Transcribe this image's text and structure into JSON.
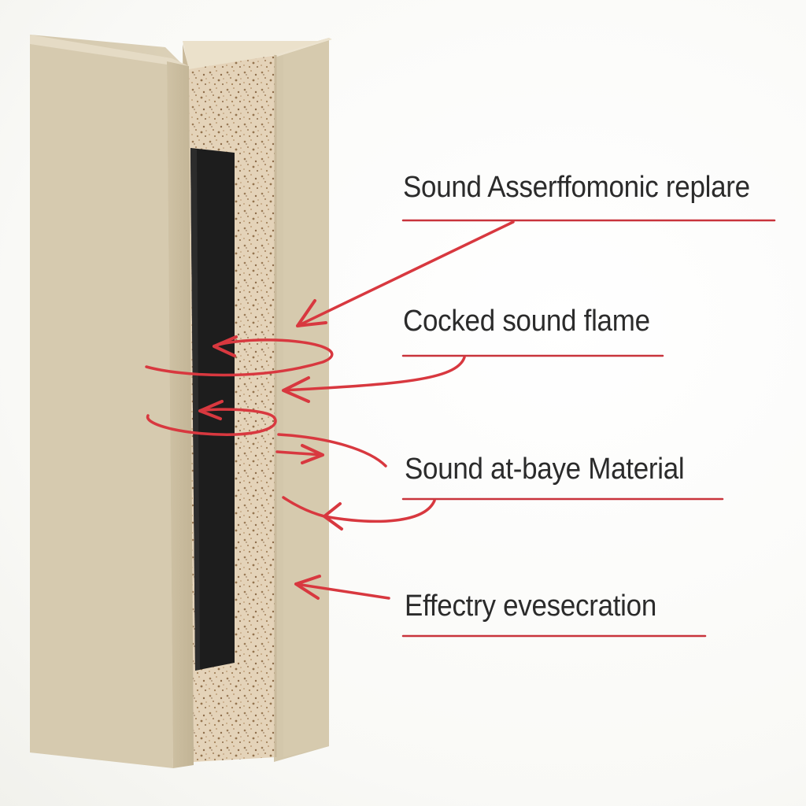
{
  "labels": [
    {
      "text": "Sound Asserffomonic replare"
    },
    {
      "text": "Cocked sound flame"
    },
    {
      "text": "Sound at-baye Material"
    },
    {
      "text": "Effectry evesecration"
    }
  ],
  "colors": {
    "panel_face": "#d9cdb2",
    "panel_side": "#c9bc9f",
    "panel_top": "#e6dcc6",
    "foam_core": "#e4d3b9",
    "foam_speckle": "#9a7a56",
    "dark_layer": "#1f1f1f",
    "arrow": "#d8383f",
    "leader_line": "#c9343c",
    "text": "#2b2b2b"
  }
}
